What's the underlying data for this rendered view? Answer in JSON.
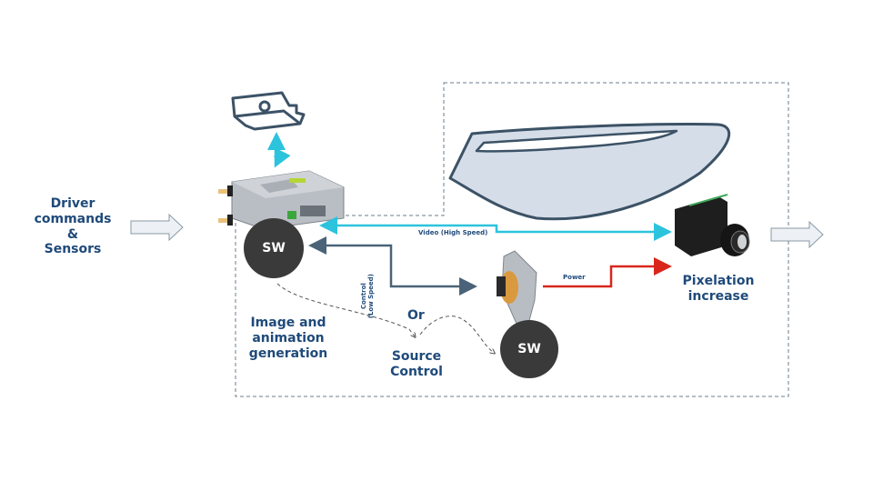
{
  "inputs": {
    "driver_label_line1": "Driver",
    "driver_label_line2": "commands",
    "driver_label_line3": "&",
    "driver_label_line4": "Sensors"
  },
  "ecu": {
    "sw_label": "SW",
    "caption_line1": "Image and",
    "caption_line2": "animation",
    "caption_line3": "generation"
  },
  "source": {
    "sw_label": "SW",
    "caption_line1": "Source",
    "caption_line2": "Control",
    "or_label": "Or"
  },
  "links": {
    "video": "Video (High Speed)",
    "control_line1": "Control",
    "control_line2": "(Low Speed)",
    "power": "Power"
  },
  "output": {
    "caption_line1": "Pixelation",
    "caption_line2": "increase"
  },
  "colors": {
    "text": "#1f4a7a",
    "video": "#2cc3dd",
    "control": "#4a6378",
    "power": "#d9261c",
    "sw_bg": "#3a3a3a",
    "headlamp_fill": "#d5dde8",
    "outline": "#3c5266"
  }
}
